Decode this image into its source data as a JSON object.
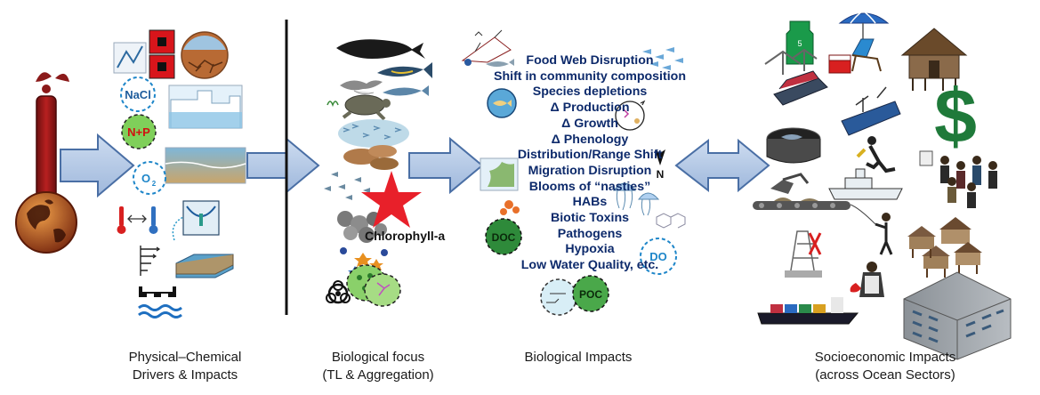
{
  "columns": [
    {
      "line1": "Physical–Chemical",
      "line2": "Drivers & Impacts"
    },
    {
      "line1": "Biological focus",
      "line2": "(TL & Aggregation)"
    },
    {
      "line1": "Biological Impacts",
      "line2": ""
    },
    {
      "line1": "Socioeconomic Impacts",
      "line2": "(across Ocean Sectors)"
    }
  ],
  "drivers": {
    "nacl": "NaCl",
    "nutrients": "N+P",
    "oxygen": "O",
    "oxygen_sub": "2"
  },
  "biological_focus": {
    "chlorophyll": "Chlorophyll-a"
  },
  "biological_impacts": [
    "Food Web Disruption",
    "Shift in community composition",
    "Species depletions",
    "Δ Production",
    "Δ Growth",
    "Δ Phenology",
    "Distribution/Range Shift",
    "Migration Disruption",
    "Blooms of “nasties”",
    "HABs",
    "Biotic Toxins",
    "Pathogens",
    "Hypoxia",
    "Low Water Quality, etc."
  ],
  "badges": {
    "doc": "DOC",
    "poc": "POC",
    "do": "DO",
    "compass_n": "N"
  },
  "socioeconomic": {
    "dollar": "$",
    "buoy_number": "5"
  },
  "colors": {
    "arrow_fill": "#b8cce6",
    "arrow_stroke": "#4a6fa5",
    "impact_text": "#0d2a6b",
    "star": "#e8202a",
    "dollar": "#1f7a3a",
    "ocean": "#1e86c9"
  }
}
